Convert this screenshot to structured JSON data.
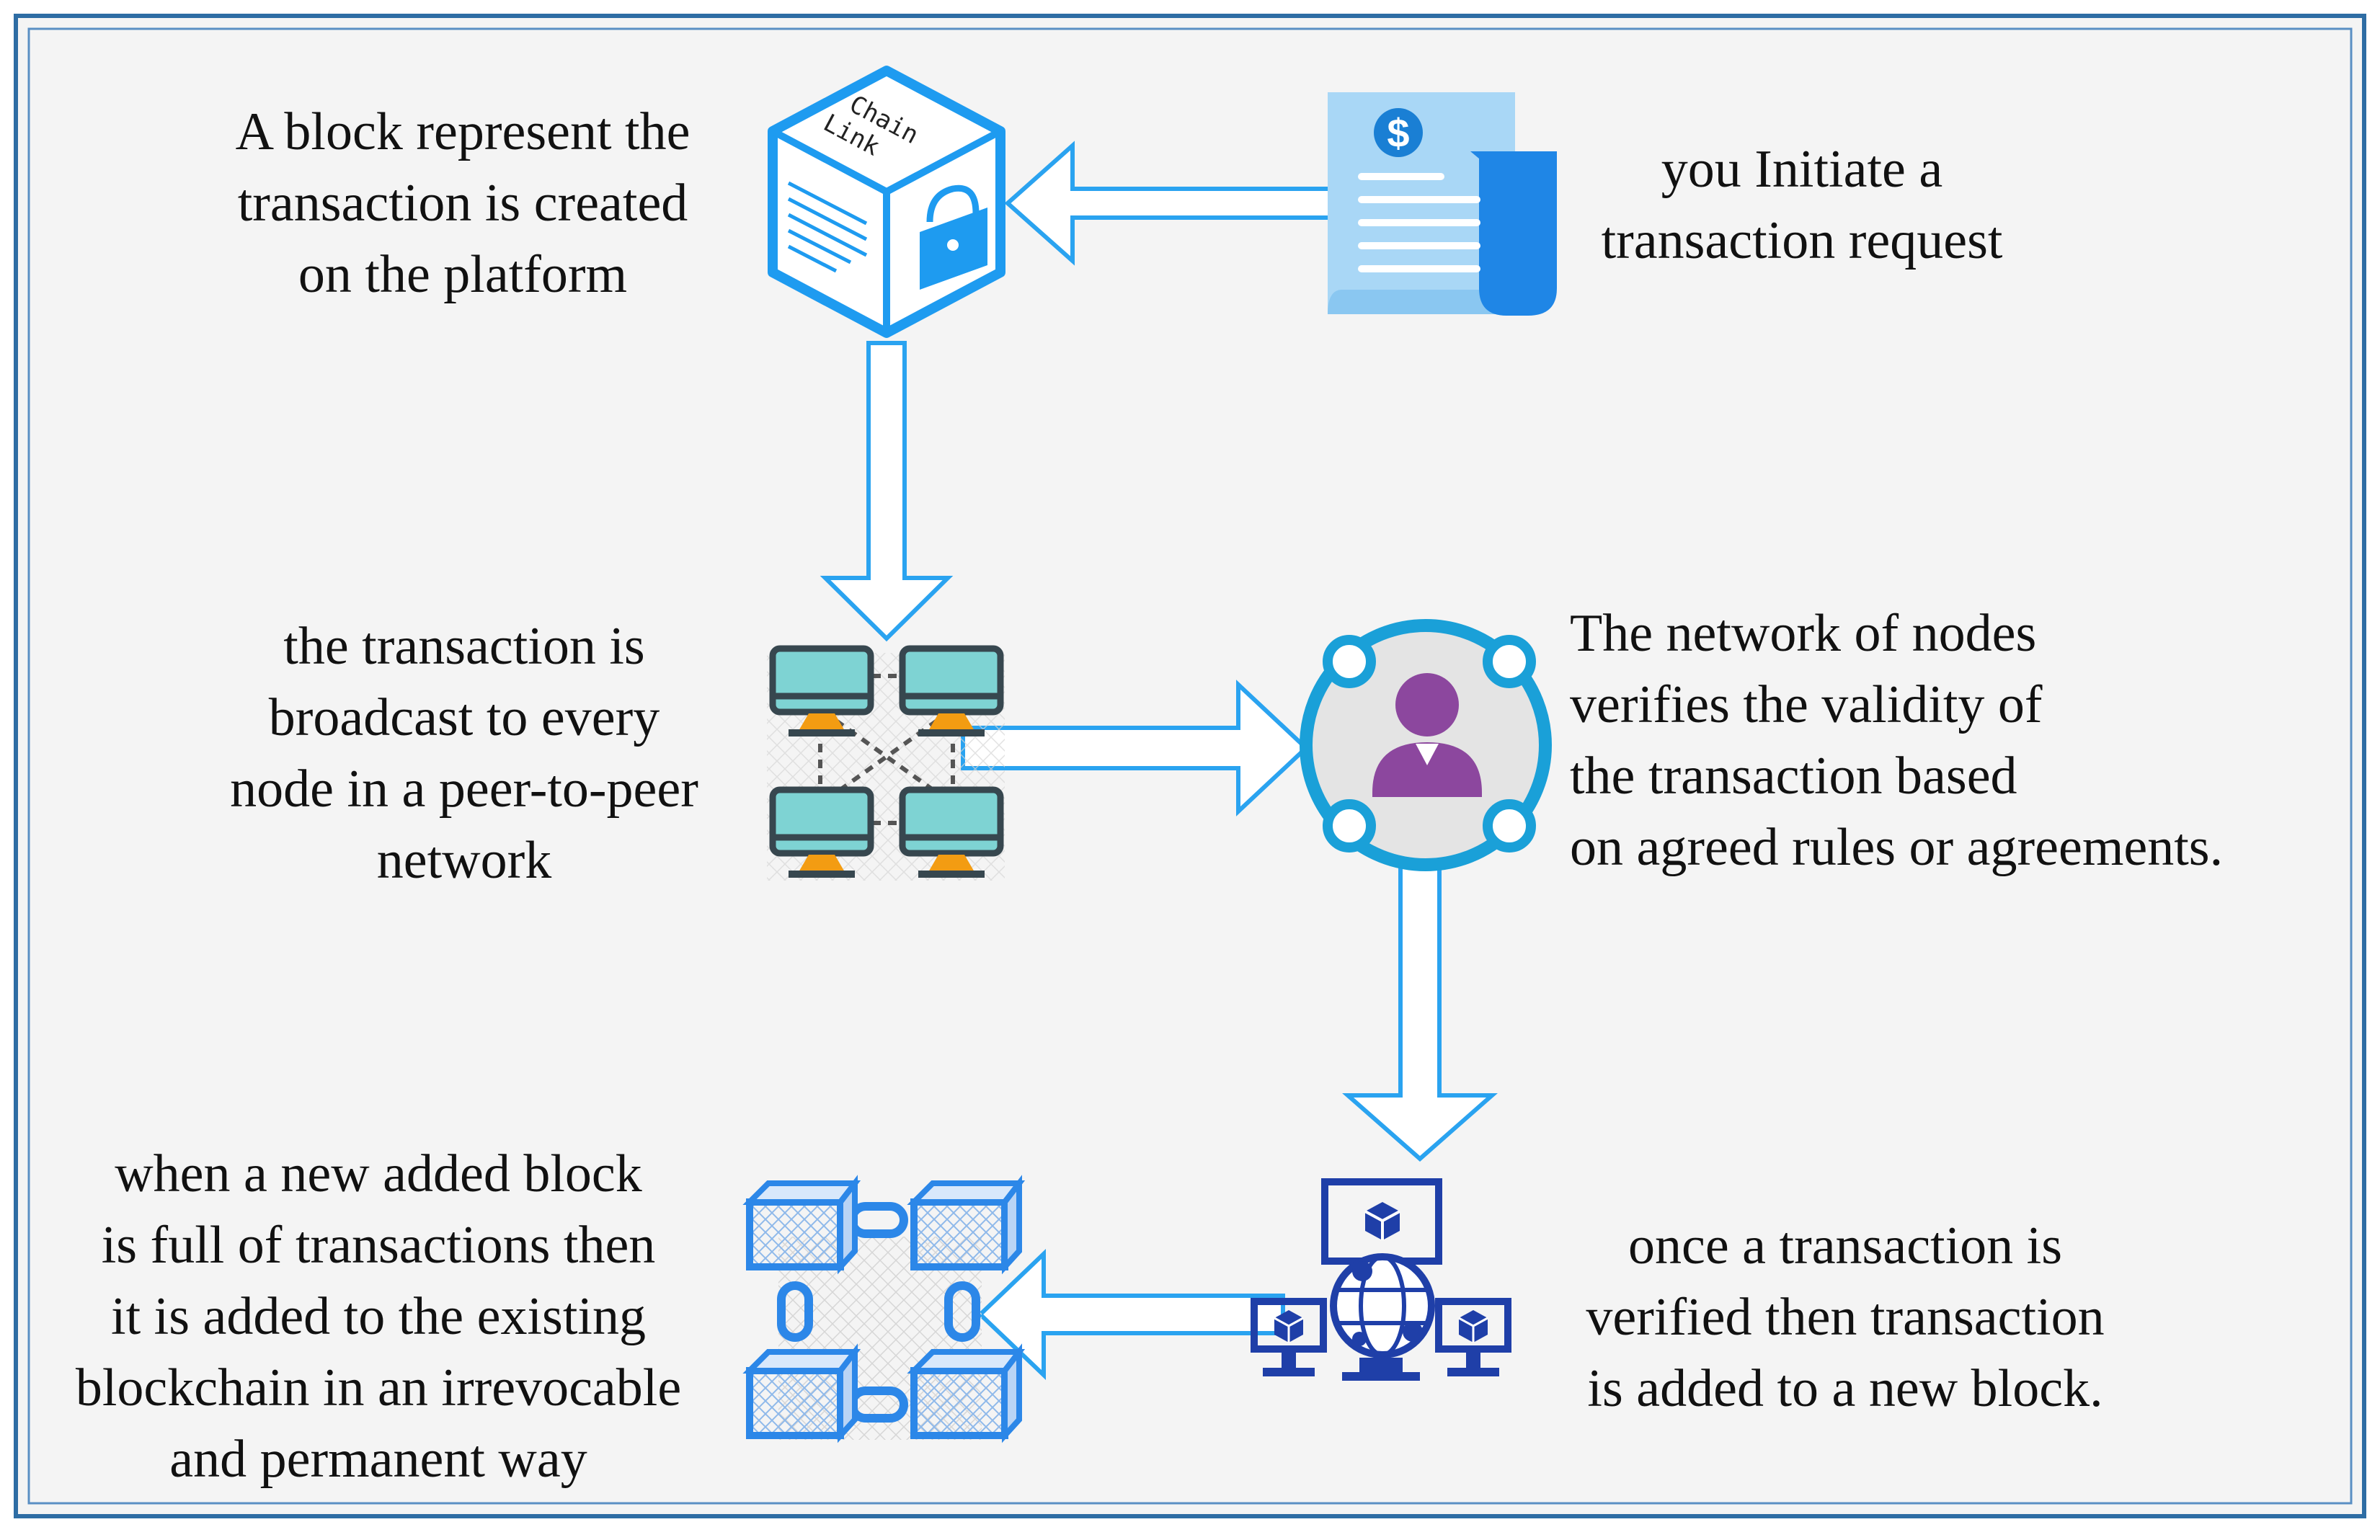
{
  "steps": {
    "initiate": {
      "lines": [
        "you Initiate a",
        "transaction request"
      ],
      "receipt_symbol": "$",
      "icon": "receipt-icon"
    },
    "block": {
      "lines": [
        "A block represent the",
        "transaction is created",
        "on the platform"
      ],
      "cube_text": [
        "Chain",
        "Link"
      ],
      "icon": "block-cube-icon"
    },
    "broadcast": {
      "lines": [
        "the transaction is",
        "broadcast to every",
        "node in a peer-to-peer",
        "network"
      ],
      "icon": "peer-network-icon"
    },
    "verify": {
      "lines": [
        "The network of nodes",
        "verifies the validity of",
        "the transaction based",
        "on agreed rules or agreements."
      ],
      "icon": "node-user-icon"
    },
    "new_block": {
      "lines": [
        "once a transaction is",
        "verified then transaction",
        "is added to a new block."
      ],
      "icon": "network-computers-icon"
    },
    "chain": {
      "lines": [
        "when a new added block",
        "is full of transactions then",
        "it is added to the existing",
        "blockchain in an irrevocable",
        "and permanent way"
      ],
      "icon": "blockchain-icon"
    }
  },
  "colors": {
    "frame": "#2e6da4",
    "background": "#f4f4f4",
    "arrow": "#2aa3f0",
    "cube": "#1e9bf0",
    "receipt_light": "#9fd2f5",
    "receipt_dark": "#1f86e6",
    "node_ring": "#1aa0d8",
    "user": "#8c479e",
    "monitor_dark": "#37474f",
    "monitor_screen": "#7ed3d3",
    "monitor_stand": "#f39c12",
    "network_blue": "#1f3fa8",
    "chain_blue": "#2c87e8"
  }
}
